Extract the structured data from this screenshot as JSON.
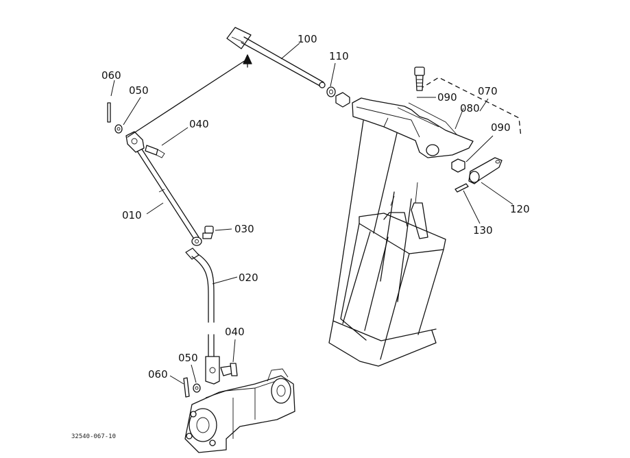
{
  "labels": {
    "l100": "100",
    "l110": "110",
    "l070": "070",
    "l090a": "090",
    "l080": "080",
    "l090b": "090",
    "l060a": "060",
    "l050a": "050",
    "l040a": "040",
    "l010": "010",
    "l030": "030",
    "l020": "020",
    "l120": "120",
    "l130": "130",
    "l040b": "040",
    "l050b": "050",
    "l060b": "060"
  },
  "figure_id": "32540-067-10"
}
